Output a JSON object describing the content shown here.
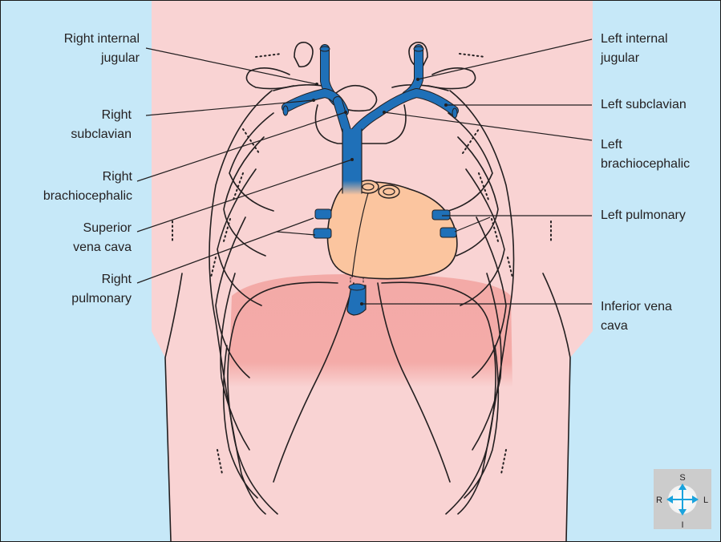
{
  "colors": {
    "background": "#c6e8f8",
    "skin": "#f9d3d3",
    "lung": "#f3aaa7",
    "heart": "#fbc59f",
    "vein": "#1f70b8",
    "outline": "#231f20",
    "compass_box": "#cccccc",
    "compass_arrow": "#1aa3dd"
  },
  "labels": {
    "right_internal_jugular": [
      "Right internal",
      "jugular"
    ],
    "right_subclavian": [
      "Right",
      "subclavian"
    ],
    "right_brachiocephalic": [
      "Right",
      "brachiocephalic"
    ],
    "superior_vena_cava": [
      "Superior",
      "vena cava"
    ],
    "right_pulmonary": [
      "Right",
      "pulmonary"
    ],
    "left_internal_jugular": [
      "Left internal",
      "jugular"
    ],
    "left_subclavian": [
      "Left subclavian"
    ],
    "left_brachiocephalic": [
      "Left",
      "brachiocephalic"
    ],
    "left_pulmonary": [
      "Left pulmonary"
    ],
    "inferior_vena_cava": [
      "Inferior vena",
      "cava"
    ]
  },
  "compass": {
    "top": "S",
    "bottom": "I",
    "left": "R",
    "right": "L"
  }
}
